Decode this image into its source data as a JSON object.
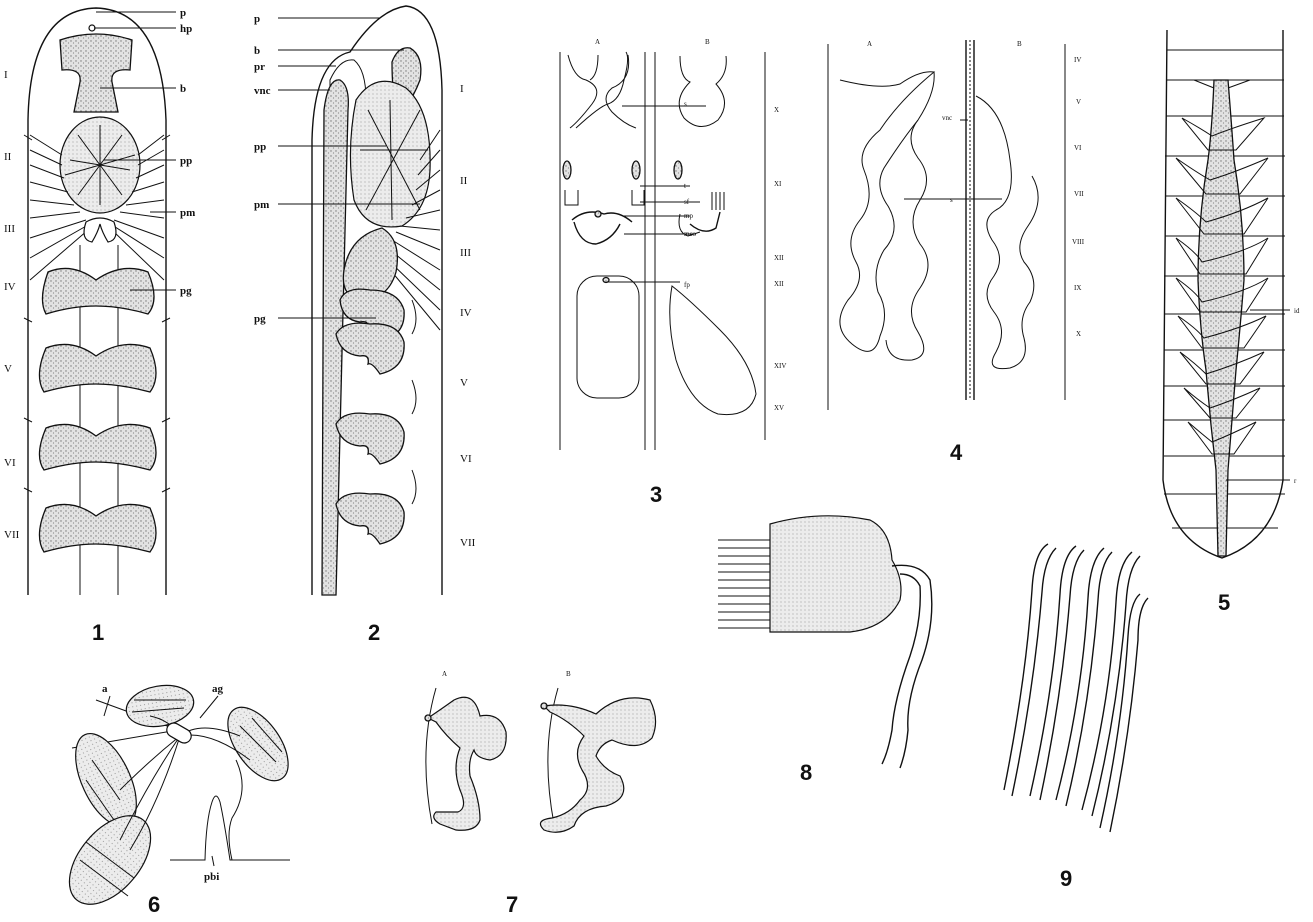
{
  "colors": {
    "ink": "#111111",
    "paper": "#ffffff",
    "stipple": "#9a9a9a"
  },
  "figure_numbers": [
    "1",
    "2",
    "3",
    "4",
    "5",
    "6",
    "7",
    "8",
    "9"
  ],
  "fig1": {
    "labels": {
      "p": "p",
      "hp": "hp",
      "b": "b",
      "pp": "pp",
      "pm": "pm",
      "pg": "pg"
    },
    "segments": [
      "I",
      "II",
      "III",
      "IV",
      "V",
      "VI",
      "VII"
    ]
  },
  "fig2": {
    "labels": {
      "p": "p",
      "b": "b",
      "pr": "pr",
      "vnc": "vnc",
      "pp": "pp",
      "pm": "pm",
      "pg": "pg"
    },
    "segments": [
      "I",
      "II",
      "III",
      "IV",
      "V",
      "VI",
      "VII"
    ]
  },
  "fig3": {
    "panels": [
      "A",
      "B"
    ],
    "labels": {
      "s": "s",
      "t": "t",
      "sf": "sf",
      "mp": "mp",
      "mco": "mco",
      "fp": "fp"
    },
    "segments": [
      "X",
      "XI",
      "XII",
      "XII",
      "XIV",
      "XV"
    ]
  },
  "fig4": {
    "panels": [
      "A",
      "B"
    ],
    "labels": {
      "vnc": "vnc",
      "s": "s"
    },
    "segments": [
      "IV",
      "V",
      "VI",
      "VII",
      "VIII",
      "IX",
      "X"
    ]
  },
  "fig5": {
    "labels": {
      "id": "id",
      "r": "r"
    }
  },
  "fig6": {
    "labels": {
      "a": "a",
      "ag": "ag",
      "pbi": "pbi"
    }
  },
  "fig7": {
    "panels": [
      "A",
      "B"
    ]
  }
}
